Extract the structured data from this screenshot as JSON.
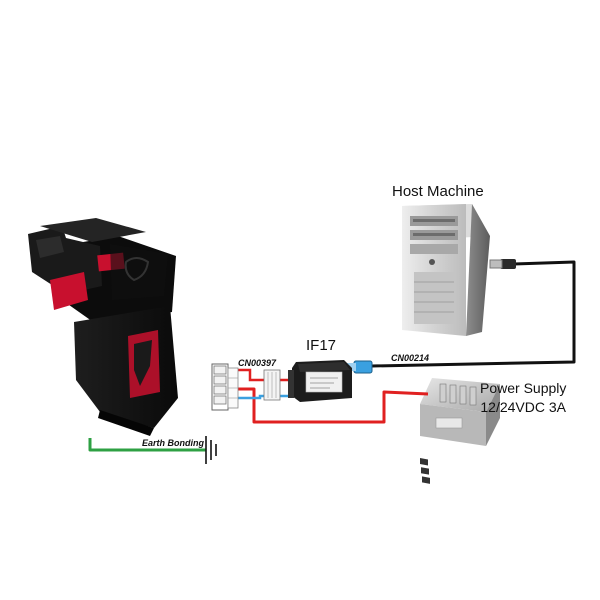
{
  "labels": {
    "host_machine": "Host Machine",
    "if17": "IF17",
    "cn00397": "CN00397",
    "cn00214": "CN00214",
    "power_supply_line1": "Power Supply",
    "power_supply_line2": "12/24VDC 3A",
    "earth_bonding": "Earth Bonding"
  },
  "colors": {
    "power_wire": "#e02020",
    "data_wire": "#3aa0e0",
    "usb_cable": "#111111",
    "earth_wire": "#2ea043",
    "validator_body": "#141414",
    "validator_accent": "#c8102e"
  }
}
